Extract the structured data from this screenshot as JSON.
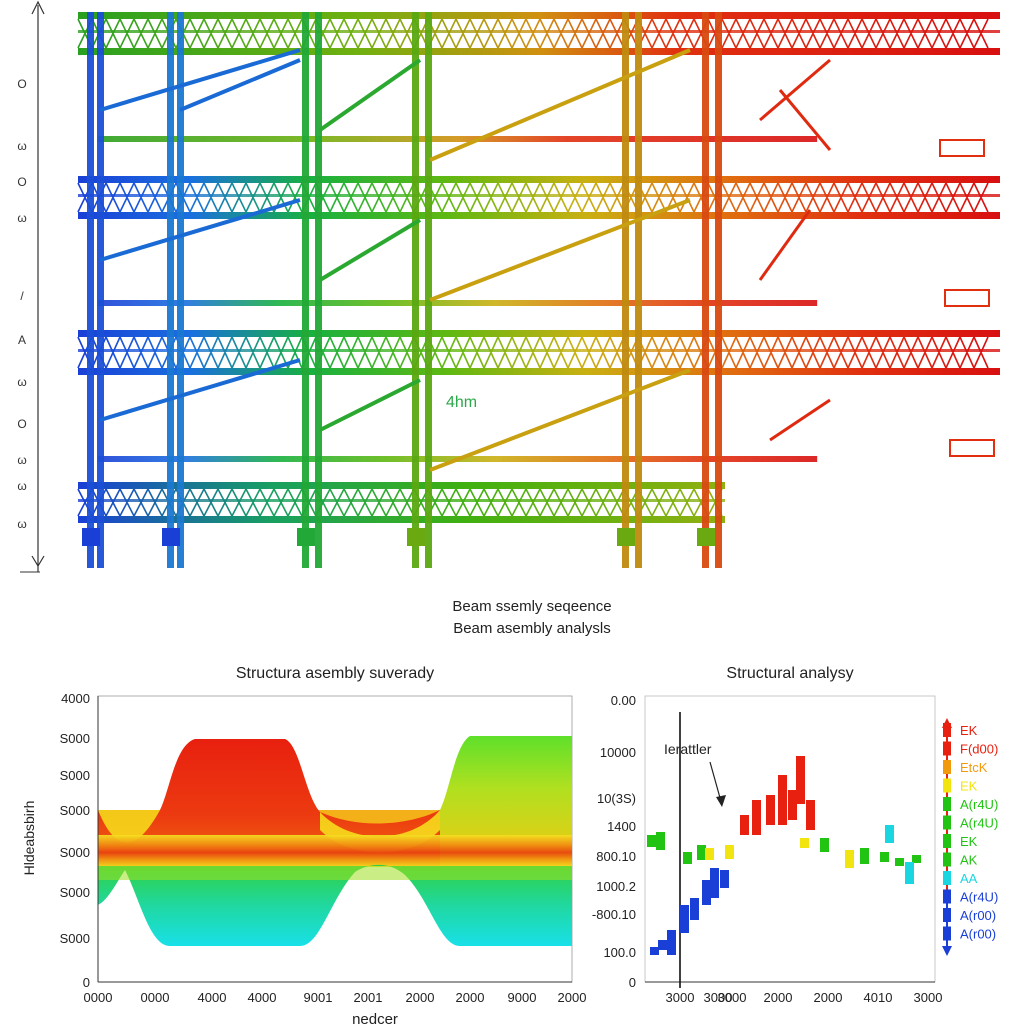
{
  "scene": {
    "left_axis_marks": [
      "O",
      "ω",
      "O",
      "ω",
      "/",
      "A",
      "ω",
      "O",
      "ω",
      "ω",
      "ω"
    ],
    "annotation": "4hm"
  },
  "captions": {
    "line1": "Beam ssemly seqeence",
    "line2": "Beam asembly analysls"
  },
  "colors": {
    "blue": "#1a3fd6",
    "cyan": "#1ad6e0",
    "green": "#22c414",
    "yellow": "#f2e40f",
    "orange": "#f29a0d",
    "red": "#e8200f"
  },
  "chart_data": [
    {
      "type": "heatmap",
      "title": "Structura asembly suverady",
      "xlabel": "nedcer",
      "ylabel": "Hldeabsbirh",
      "x_tick_labels": [
        "0000",
        "0000",
        "4000",
        "4000",
        "9001",
        "2001",
        "2000",
        "2000",
        "9000",
        "2000"
      ],
      "y_tick_labels": [
        "4000",
        "S000",
        "S000",
        "S000",
        "S000",
        "S000",
        "S000",
        "0"
      ],
      "grid": false,
      "bands": [
        {
          "name": "top-left",
          "color": "yellow-orange"
        },
        {
          "name": "central-peak",
          "color": "red"
        },
        {
          "name": "right-peak",
          "color": "green-yellow"
        },
        {
          "name": "middle-stripe",
          "color": "red-orange"
        },
        {
          "name": "lower-band",
          "color": "green-cyan"
        }
      ]
    },
    {
      "type": "bar",
      "title": "Structural analysy",
      "annotation": "Ierattler",
      "x_tick_labels": [
        "3000",
        "3000",
        "3000",
        "2000",
        "2000",
        "4010",
        "3000"
      ],
      "y_tick_labels": [
        "0.00",
        "10000",
        "10(3S)",
        "1400",
        "800.10",
        "1000.2",
        "-800.10",
        "100.0",
        "0"
      ],
      "legend_position": "right",
      "legend": [
        "EK",
        "F(d00)",
        "EtcK",
        "EK",
        "A(r4U)",
        "A(r4U)",
        "EK",
        "AK",
        "AA",
        "A(r4U)",
        "A(r00)",
        "A(r00)"
      ],
      "series": [
        {
          "color": "blue",
          "values": [
            {
              "x": 650,
              "y": 947,
              "h": 8
            },
            {
              "x": 658,
              "y": 940,
              "h": 10
            },
            {
              "x": 667,
              "y": 930,
              "h": 25
            },
            {
              "x": 680,
              "y": 905,
              "h": 28
            },
            {
              "x": 690,
              "y": 898,
              "h": 22
            },
            {
              "x": 702,
              "y": 880,
              "h": 25
            },
            {
              "x": 710,
              "y": 868,
              "h": 30
            },
            {
              "x": 720,
              "y": 870,
              "h": 18
            }
          ]
        },
        {
          "color": "green",
          "values": [
            {
              "x": 647,
              "y": 835,
              "h": 12
            },
            {
              "x": 656,
              "y": 832,
              "h": 18
            },
            {
              "x": 683,
              "y": 852,
              "h": 12
            },
            {
              "x": 697,
              "y": 845,
              "h": 15
            },
            {
              "x": 820,
              "y": 838,
              "h": 14
            },
            {
              "x": 860,
              "y": 848,
              "h": 16
            },
            {
              "x": 880,
              "y": 852,
              "h": 10
            },
            {
              "x": 895,
              "y": 858,
              "h": 8
            },
            {
              "x": 912,
              "y": 855,
              "h": 8
            }
          ]
        },
        {
          "color": "yellow",
          "values": [
            {
              "x": 705,
              "y": 848,
              "h": 12
            },
            {
              "x": 725,
              "y": 845,
              "h": 14
            },
            {
              "x": 800,
              "y": 838,
              "h": 10
            },
            {
              "x": 845,
              "y": 850,
              "h": 18
            }
          ]
        },
        {
          "color": "red",
          "values": [
            {
              "x": 740,
              "y": 815,
              "h": 20
            },
            {
              "x": 752,
              "y": 800,
              "h": 35
            },
            {
              "x": 766,
              "y": 795,
              "h": 30
            },
            {
              "x": 778,
              "y": 775,
              "h": 50
            },
            {
              "x": 788,
              "y": 790,
              "h": 30
            },
            {
              "x": 796,
              "y": 756,
              "h": 48
            },
            {
              "x": 806,
              "y": 800,
              "h": 30
            }
          ]
        },
        {
          "color": "cyan",
          "values": [
            {
              "x": 885,
              "y": 825,
              "h": 18
            },
            {
              "x": 905,
              "y": 862,
              "h": 22
            }
          ]
        }
      ]
    }
  ]
}
